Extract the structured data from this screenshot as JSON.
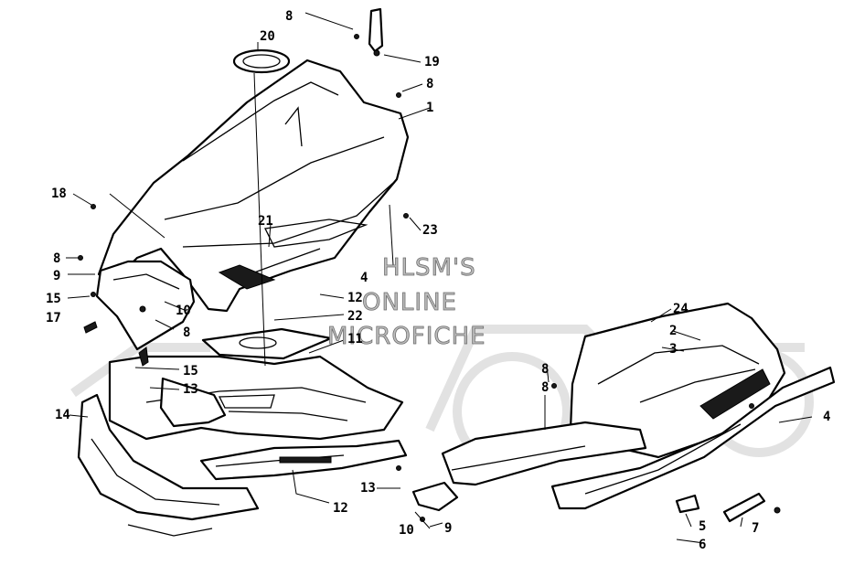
{
  "watermark": {
    "lines": [
      "HLSM'S",
      "ONLINE",
      "MICROFICHE"
    ]
  },
  "callouts": [
    "8",
    "20",
    "19",
    "8",
    "1",
    "18",
    "21",
    "23",
    "8",
    "9",
    "4",
    "15",
    "10",
    "12",
    "17",
    "8",
    "22",
    "11",
    "15",
    "13",
    "14",
    "24",
    "2",
    "3",
    "8",
    "8",
    "4",
    "13",
    "12",
    "5",
    "10",
    "9",
    "6",
    "7"
  ],
  "colors": {
    "line": "#000000",
    "paper": "#ffffff",
    "watermark": "#bdbdbd"
  }
}
